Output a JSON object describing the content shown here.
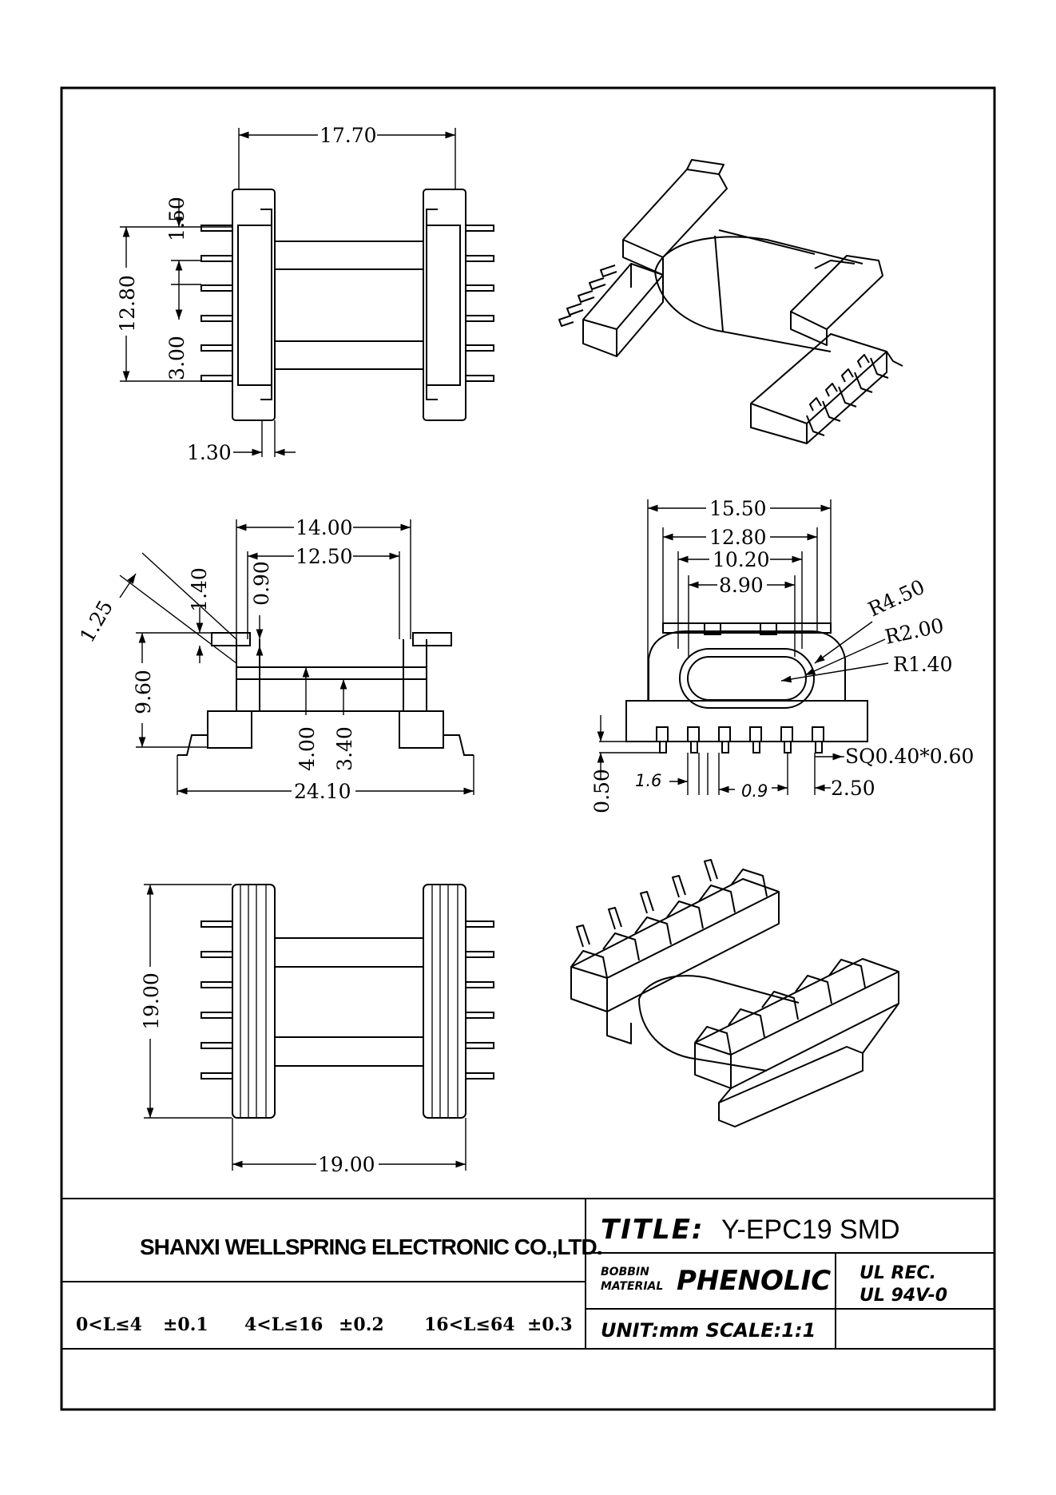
{
  "views": {
    "top": {
      "overall_width": "17.70",
      "pin_pitch": "1.50",
      "pin_span": "12.80",
      "slot_width": "3.00",
      "flange_thickness": "1.30"
    },
    "front": {
      "flange_outer": "14.00",
      "flange_inner": "12.50",
      "chamfer_a": "1.25",
      "chamfer_b": "1.40",
      "lip": "0.90",
      "height": "9.60",
      "core_height": "4.00",
      "core_inner": "3.40",
      "base_width": "24.10"
    },
    "side": {
      "width_outer": "15.50",
      "width_12": "12.80",
      "width_10": "10.20",
      "width_9": "8.90",
      "radius_outer": "R4.50",
      "radius_mid": "R2.00",
      "radius_inner": "R1.40",
      "pin_section": "SQ0.40*0.60",
      "pin_pitch": "2.50",
      "standoff": "0.50",
      "slot_a": "1.6",
      "slot_b": "0.9"
    },
    "bottom": {
      "height": "19.00",
      "width": "19.00"
    }
  },
  "title_block": {
    "company": "SHANXI WELLSPRING ELECTRONIC CO.,LTD.",
    "title_label": "TITLE:",
    "title_value": "Y-EPC19 SMD",
    "material_label_1": "BOBBIN",
    "material_label_2": "MATERIAL",
    "material_value": "PHENOLIC",
    "ul_line_1": "UL REC.",
    "ul_line_2": "UL 94V-0",
    "unit_scale": "UNIT:mm SCALE:1:1",
    "tolerances": [
      {
        "range": "0<L≤4",
        "tol": "±0.1"
      },
      {
        "range": "4<L≤16",
        "tol": "±0.2"
      },
      {
        "range": "16<L≤64",
        "tol": "±0.3"
      }
    ]
  }
}
